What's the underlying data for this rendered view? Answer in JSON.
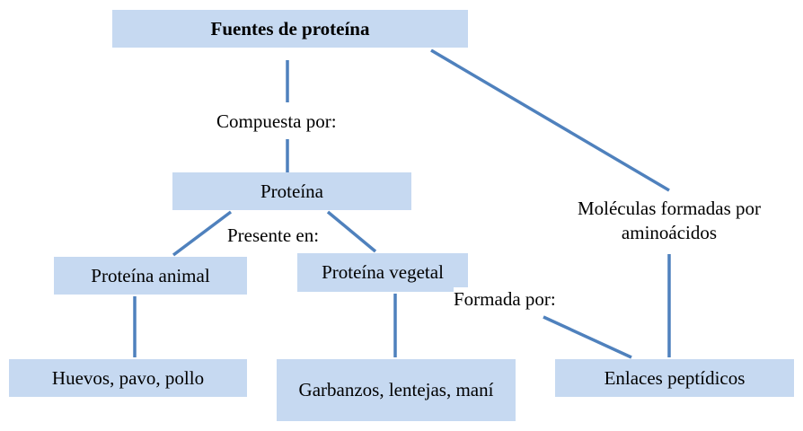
{
  "diagram": {
    "title": "Fuentes de proteína",
    "nodes": {
      "proteina": "Proteína",
      "proteina_animal": "Proteína animal",
      "proteina_vegetal": "Proteína vegetal",
      "huevos": "Huevos, pavo, pollo",
      "garbanzos": "Garbanzos, lentejas, maní",
      "enlaces": "Enlaces peptídicos"
    },
    "labels": {
      "compuesta_por": "Compuesta por:",
      "presente_en": "Presente en:",
      "moleculas": "Moléculas formadas por aminoácidos",
      "formada_por": "Formada por:"
    },
    "colors": {
      "node_fill": "#c6d9f1",
      "connector": "#4f81bd"
    }
  }
}
